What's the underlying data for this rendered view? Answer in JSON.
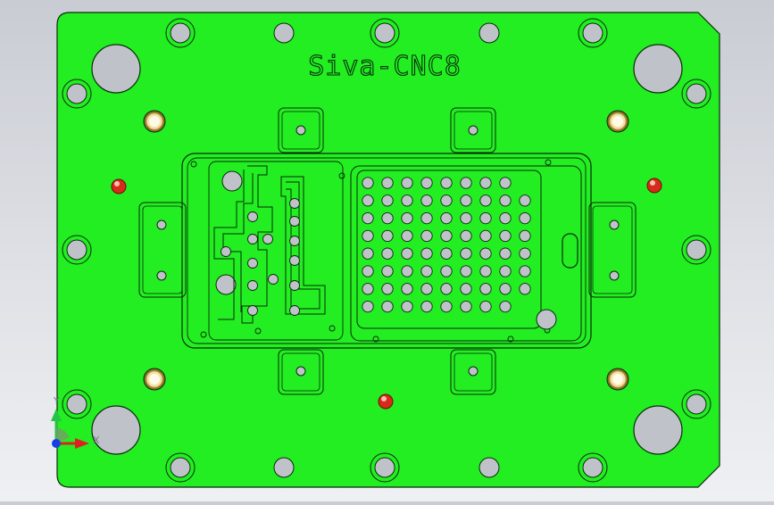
{
  "viewport": {
    "background_top": "#c9ccd3",
    "background_bottom": "#eef0f3"
  },
  "part": {
    "label": "Siva-CNC8",
    "plate_color": "#22ee22",
    "outline_color": "#0a2a0a",
    "hole_fill": "#bfc3c9",
    "brass_color": "#f3e2a8",
    "red_ball_color": "#d62a1a"
  },
  "triad": {
    "x_axis_color": "#e02020",
    "y_axis_color": "#27c24a",
    "z_axis_color": "#1a3fe0",
    "x_label": "X",
    "y_label": "Y"
  }
}
